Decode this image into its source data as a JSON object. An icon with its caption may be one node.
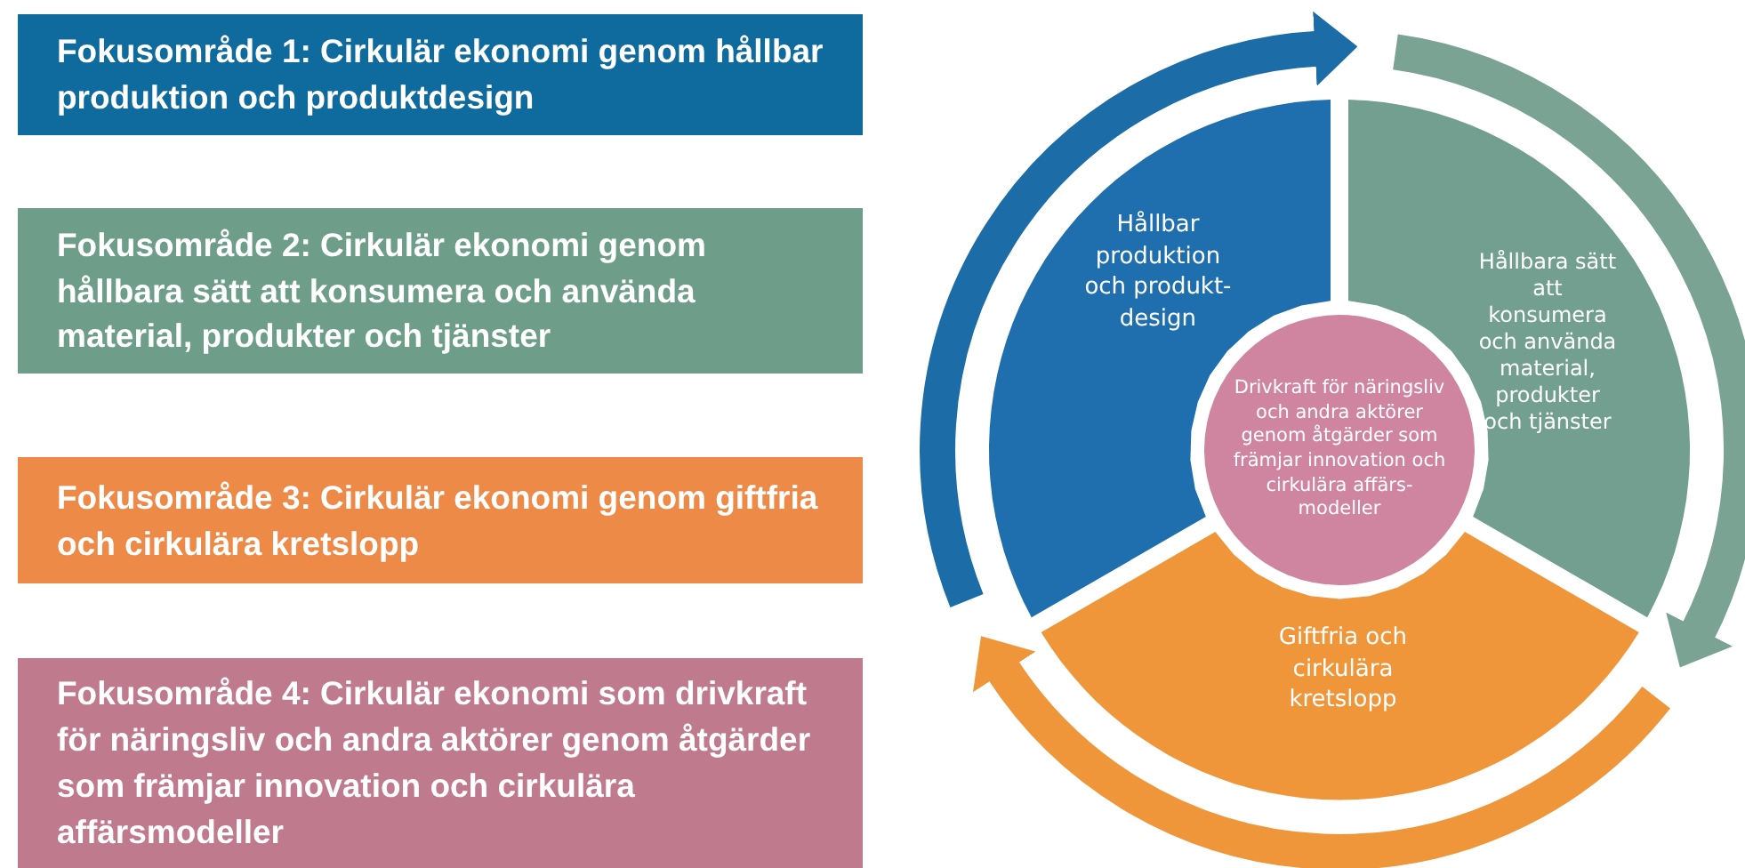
{
  "diagram": {
    "nodes": [
      {
        "text": [
          "Fokusområde 1: Cirkulär ekonomi genom hållbar produktion och produktdesign"
        ]
      },
      {
        "text": [
          "Fokusområde 2: Cirkulär ekonomi genom hållbara sätt att konsumera och använda material, produkter och tjänster"
        ]
      },
      {
        "text": [
          "Fokusområde 3: Cirkulär ekonomi genom giftfria och cirkulära kretslopp"
        ]
      },
      {
        "text": [
          "Fokusområde 4: Cirkulär ekonomi som drivkraft för näringsliv och andra aktörer genom åtgärder som främjar innovation och cirkulära affärsmodeller"
        ]
      },
      {
        "text": [
          "Hållbar produktion och produkt-design"
        ]
      },
      {
        "text": [
          "Hållbara sätt att konsumera och använda material, produkter och tjänster"
        ]
      },
      {
        "text": [
          "Giftfria och cirkulära kretslopp"
        ]
      },
      {
        "text": [
          "Drivkraft för näringsliv och andra aktörer genom åtgärder som främjar innovation och cirkulära affärs-modeller"
        ]
      }
    ]
  }
}
